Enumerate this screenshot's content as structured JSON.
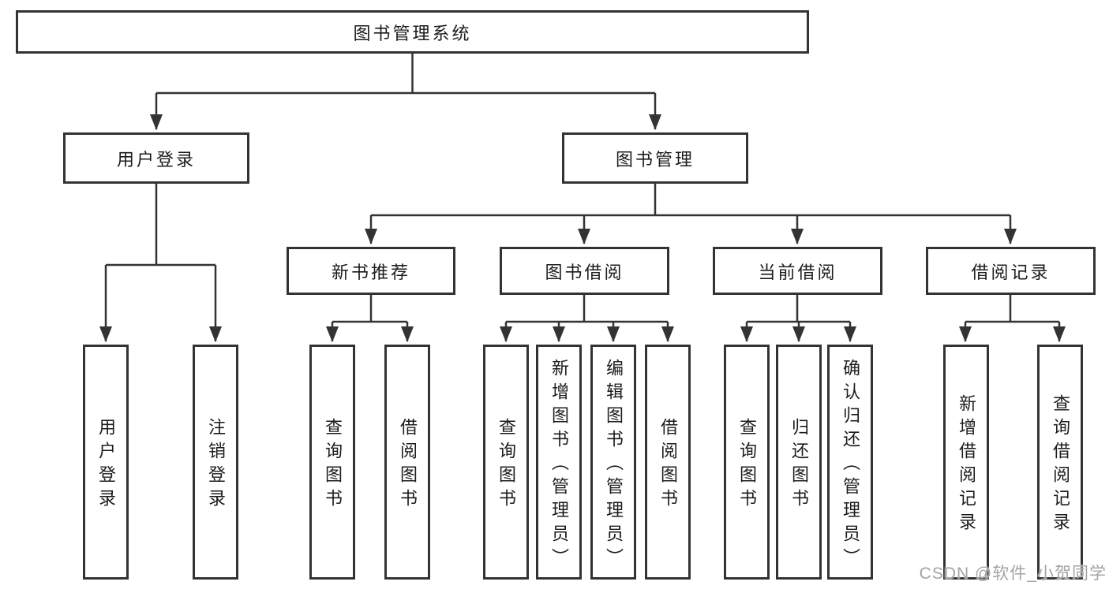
{
  "title": "图书管理系统",
  "watermark": "CSDN @软件_小贺同学",
  "colors": {
    "line": "#333333",
    "box_border": "#333333",
    "text": "#1c1c1c",
    "watermark": "#a3a3a3",
    "background": "#ffffff"
  },
  "level2": [
    "用户登录",
    "图书管理"
  ],
  "level3": [
    "新书推荐",
    "图书借阅",
    "当前借阅",
    "借阅记录"
  ],
  "leaves": [
    "用户登录",
    "注销登录",
    "查询图书",
    "借阅图书",
    "查询图书",
    "新增图书（管理员）",
    "编辑图书（管理员）",
    "借阅图书",
    "查询图书",
    "归还图书",
    "确认归还（管理员）",
    "新增借阅记录",
    "查询借阅记录"
  ]
}
